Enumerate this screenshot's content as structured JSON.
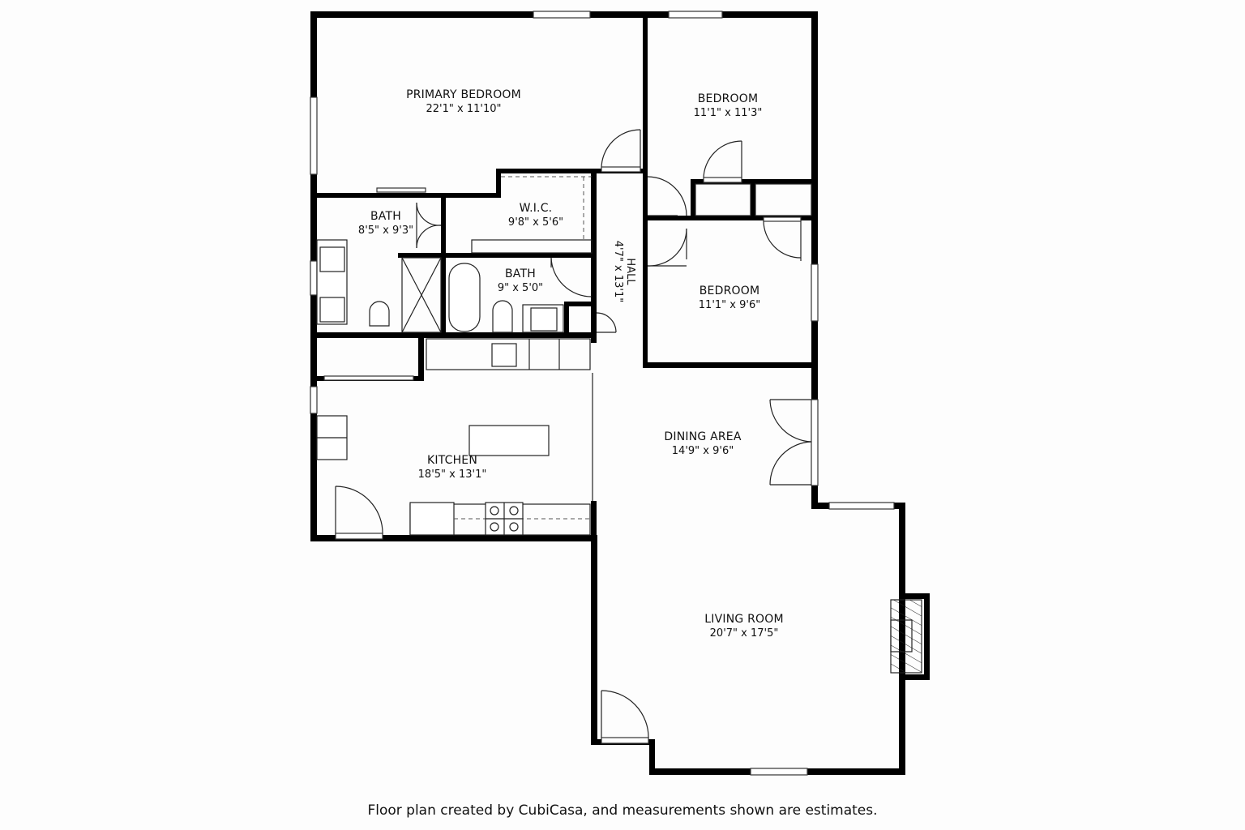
{
  "floorplan": {
    "rooms": [
      {
        "id": "primary-bedroom",
        "name": "PRIMARY BEDROOM",
        "dimensions": "22'1\" x 11'10\""
      },
      {
        "id": "bedroom-1",
        "name": "BEDROOM",
        "dimensions": "11'1\" x 11'3\""
      },
      {
        "id": "bath-1",
        "name": "BATH",
        "dimensions": "8'5\" x 9'3\""
      },
      {
        "id": "wic",
        "name": "W.I.C.",
        "dimensions": "9'8\" x 5'6\""
      },
      {
        "id": "bath-2",
        "name": "BATH",
        "dimensions": "9\" x 5'0\""
      },
      {
        "id": "hall",
        "name": "HALL",
        "dimensions": "4'7\" x 13'1\""
      },
      {
        "id": "bedroom-2",
        "name": "BEDROOM",
        "dimensions": "11'1\" x 9'6\""
      },
      {
        "id": "kitchen",
        "name": "KITCHEN",
        "dimensions": "18'5\" x 13'1\""
      },
      {
        "id": "dining-area",
        "name": "DINING AREA",
        "dimensions": "14'9\" x 9'6\""
      },
      {
        "id": "living-room",
        "name": "LIVING ROOM",
        "dimensions": "20'7\" x 17'5\""
      }
    ],
    "features": [
      "fireplace",
      "kitchen-island",
      "range-cooktop",
      "bathtub",
      "shower",
      "toilets",
      "double-vanity",
      "french-doors"
    ],
    "caption": "Floor plan created by CubiCasa, and measurements shown are estimates."
  }
}
